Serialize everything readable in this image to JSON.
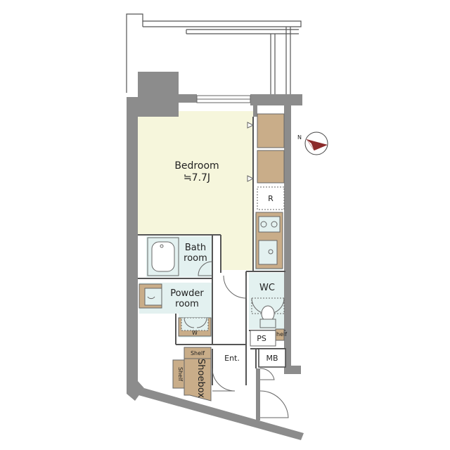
{
  "rooms": {
    "bedroom": {
      "name": "Bedroom",
      "size": "≒7.7J"
    },
    "bathroom": {
      "line1": "Bath",
      "line2": "room"
    },
    "powder_room": {
      "line1": "Powder",
      "line2": "room"
    },
    "wc": {
      "name": "WC"
    },
    "entrance": {
      "name": "Ent."
    },
    "ps": {
      "name": "PS"
    },
    "mb": {
      "name": "MB"
    }
  },
  "fixtures": {
    "refrigerator": "R",
    "washer": "W",
    "shoebox": "Shoebox",
    "shelf_top": "Shelf",
    "shelf_left": "Shelf",
    "shelf_wc": "Shelf"
  },
  "compass": {
    "north_label": "N"
  },
  "colors": {
    "wall": "#8c8c8c",
    "bedroom_floor": "#f6f6dc",
    "wet_area_floor": "#e3f1f0",
    "storage": "#c9ad89",
    "outline": "#444444",
    "compass_arrow": "#8b2b2b"
  }
}
